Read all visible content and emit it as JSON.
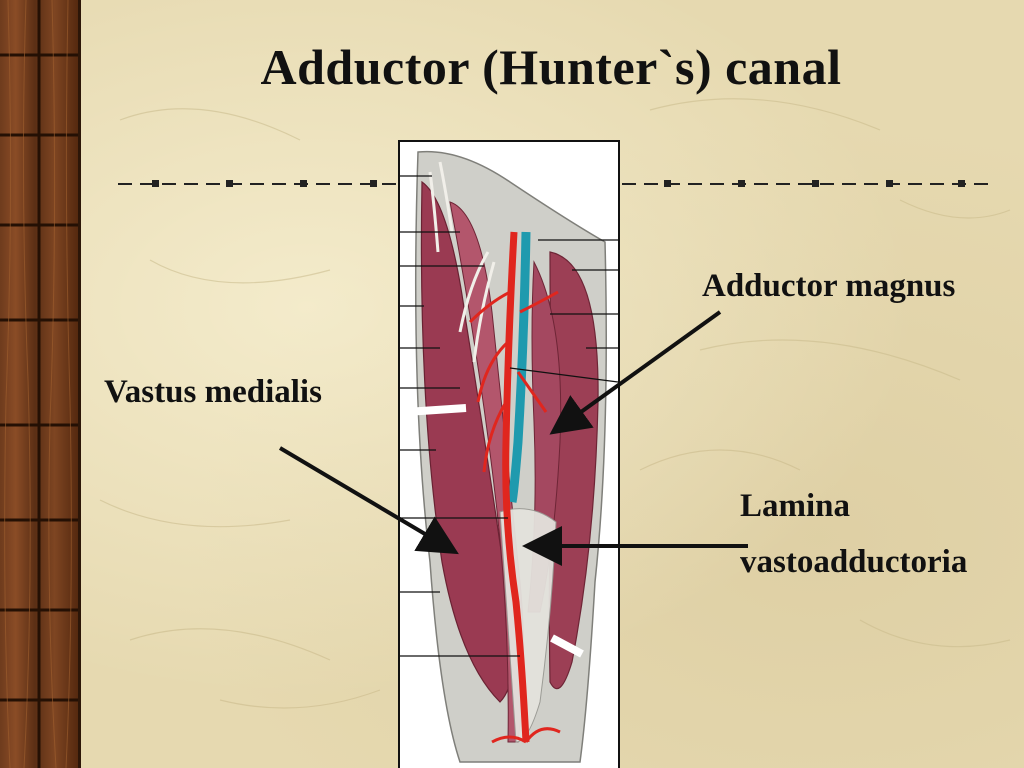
{
  "slide": {
    "title": "Adductor (Hunter`s) canal"
  },
  "labels": {
    "adductor_magnus": "Adductor magnus",
    "vastus_medialis": "Vastus medialis",
    "lamina_line1": "Lamina",
    "lamina_line2": "vastoadductoria"
  },
  "colors": {
    "muscle": "#9c3f55",
    "artery": "#e0261e",
    "vein": "#1f9aae",
    "tendon": "#e6e2dc",
    "wood": "#6e3b1d"
  }
}
